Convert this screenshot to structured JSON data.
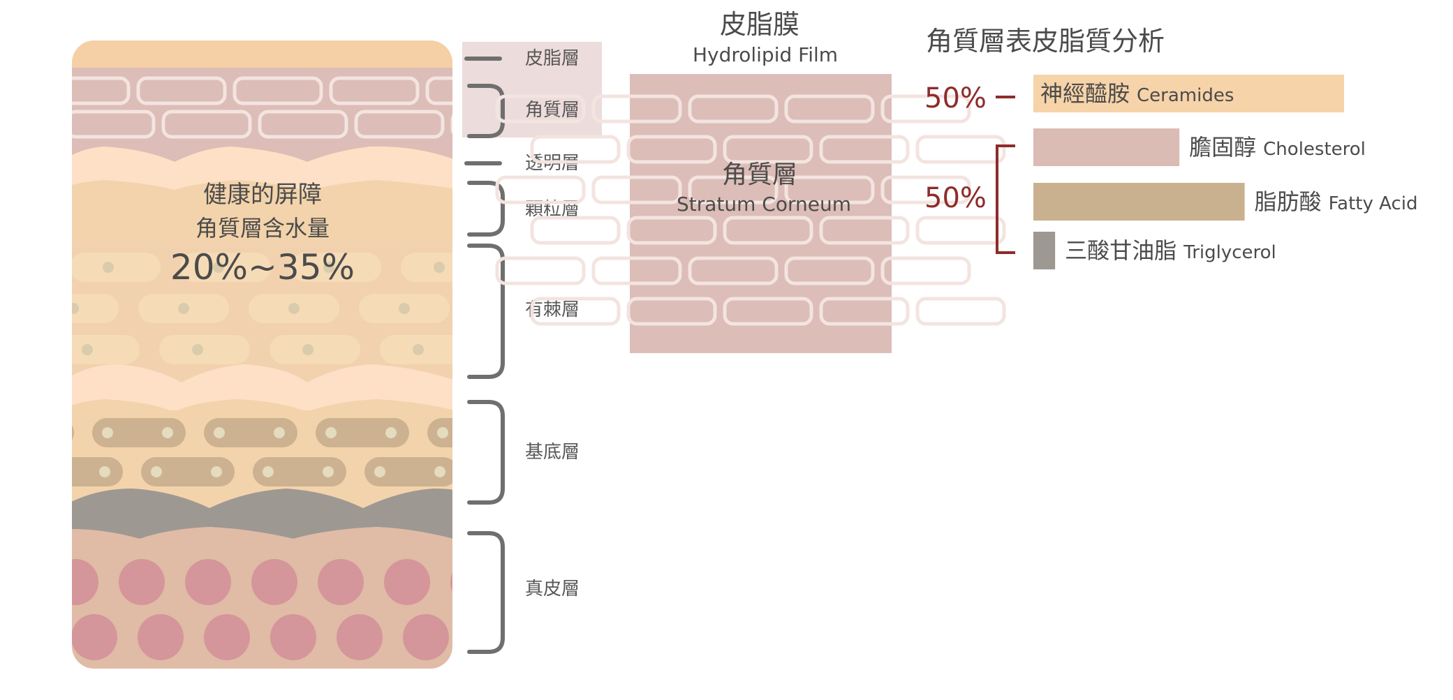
{
  "skin": {
    "overlay_line1": "健康的屏障",
    "overlay_line2": "角質層含水量",
    "overlay_value": "20%~35%",
    "layers": [
      {
        "label": "皮脂層",
        "highlighted": true
      },
      {
        "label": "角質層",
        "highlighted": true
      },
      {
        "label": "透明層",
        "highlighted": false
      },
      {
        "label": "顆粒層",
        "highlighted": false
      },
      {
        "label": "有棘層",
        "highlighted": false
      },
      {
        "label": "基底層",
        "highlighted": false
      },
      {
        "label": "真皮層",
        "highlighted": false
      }
    ]
  },
  "film": {
    "title_zh": "皮脂膜",
    "title_en": "Hydrolipid Film",
    "box_zh": "角質層",
    "box_en": "Stratum Corneum"
  },
  "analysis": {
    "title": "角質層表皮脂質分析",
    "group_labels": [
      "50%",
      "50%"
    ]
  },
  "chart_data": {
    "type": "bar",
    "title": "角質層表皮脂質分析",
    "categories": [
      "神經醯胺",
      "膽固醇",
      "脂肪酸",
      "三酸甘油脂"
    ],
    "categories_en": [
      "Ceramides",
      "Cholesterol",
      "Fatty Acid",
      "Triglycerol"
    ],
    "values": [
      50,
      23.5,
      34,
      3.5
    ],
    "unit": "%",
    "groups": [
      {
        "label": "50%",
        "members": [
          "神經醯胺"
        ]
      },
      {
        "label": "50%",
        "members": [
          "膽固醇",
          "脂肪酸",
          "三酸甘油脂"
        ]
      }
    ],
    "colors": [
      "#f6d3a8",
      "#dabcb5",
      "#c9b190",
      "#9e9892"
    ],
    "legend": "none",
    "grid": false
  },
  "colors": {
    "accent_red": "#8e2b2b",
    "text_dark": "#4b4b4b",
    "text_mid": "#595757",
    "bracket_gray": "#6f6f6f",
    "highlight_pink": "#ecdcdb",
    "sebum": "#f5d0a6",
    "corneum": "#dcbdb7",
    "basal": "#cdb291",
    "membrane": "#9e9892",
    "dermis": "#e0bba6",
    "dermis_cell": "#d4969a"
  }
}
